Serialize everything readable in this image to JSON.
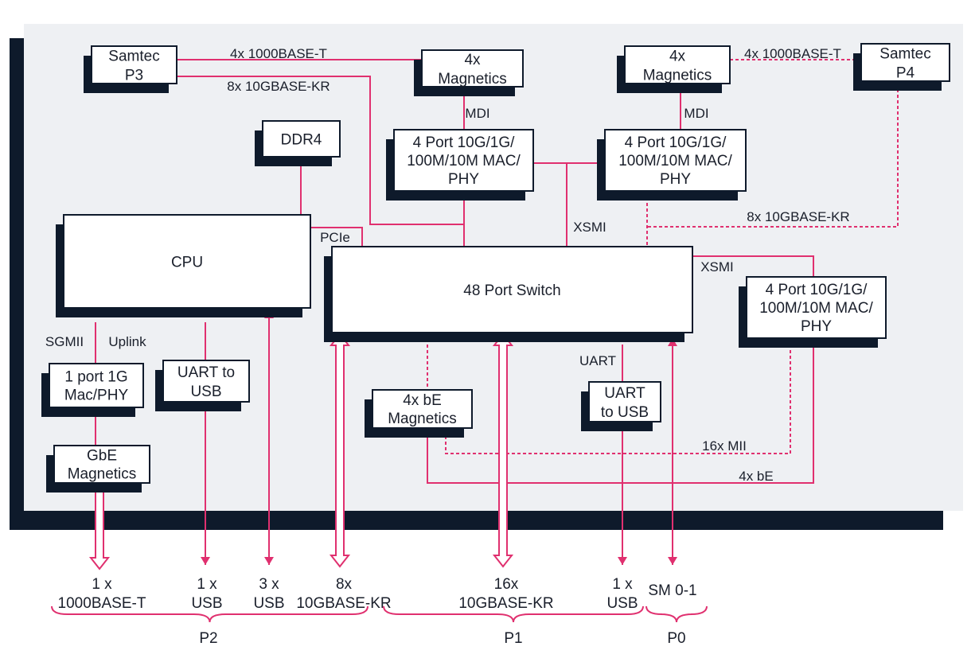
{
  "colors": {
    "accent": "#e0306f",
    "shadow": "#0e1a2b",
    "board": "#eef0f3",
    "box_fill": "#ffffff",
    "text": "#1a1f2b"
  },
  "boxes": {
    "samtec_p3": [
      "Samtec",
      "P3"
    ],
    "magnetics_a": [
      "4x",
      "Magnetics"
    ],
    "magnetics_b": [
      "4x",
      "Magnetics"
    ],
    "samtec_p4": [
      "Samtec",
      "P4"
    ],
    "ddr4": [
      "DDR4"
    ],
    "phy_a": [
      "4 Port 10G/1G/",
      "100M/10M MAC/",
      "PHY"
    ],
    "phy_b": [
      "4 Port 10G/1G/",
      "100M/10M MAC/",
      "PHY"
    ],
    "phy_c": [
      "4 Port 10G/1G/",
      "100M/10M MAC/",
      "PHY"
    ],
    "cpu": [
      "CPU"
    ],
    "switch": [
      "48 Port Switch"
    ],
    "port_1g": [
      "1 port 1G",
      "Mac/PHY"
    ],
    "uart_usb_a": [
      "UART to",
      "USB"
    ],
    "uart_usb_b": [
      "UART",
      "to USB"
    ],
    "be_magnetics": [
      "4x bE",
      "Magnetics"
    ],
    "gbe_magnetics": [
      "GbE",
      "Magnetics"
    ]
  },
  "edge_labels": {
    "base_t_left": "4x 1000BASE-T",
    "kr_left": "8x 10GBASE-KR",
    "base_t_right": "4x 1000BASE-T",
    "mdi_a": "MDI",
    "mdi_b": "MDI",
    "kr_right": "8x 10GBASE-KR",
    "xsmi_top": "XSMI",
    "pcie": "PCIe",
    "xsmi_right": "XSMI",
    "sgmii": "SGMII",
    "uplink": "Uplink",
    "uart": "UART",
    "mii": "16x MII",
    "be": "4x bE"
  },
  "connector_labels": {
    "base_t": [
      "1 x",
      "1000BASE-T"
    ],
    "usb1": [
      "1 x",
      "USB"
    ],
    "usb3": [
      "3 x",
      "USB"
    ],
    "kr8": [
      "8x",
      "10GBASE-KR"
    ],
    "kr16": [
      "16x",
      "10GBASE-KR"
    ],
    "usb1b": [
      "1 x",
      "USB"
    ],
    "sm": [
      "SM 0-1"
    ],
    "p2": "P2",
    "p1": "P1",
    "p0": "P0"
  }
}
